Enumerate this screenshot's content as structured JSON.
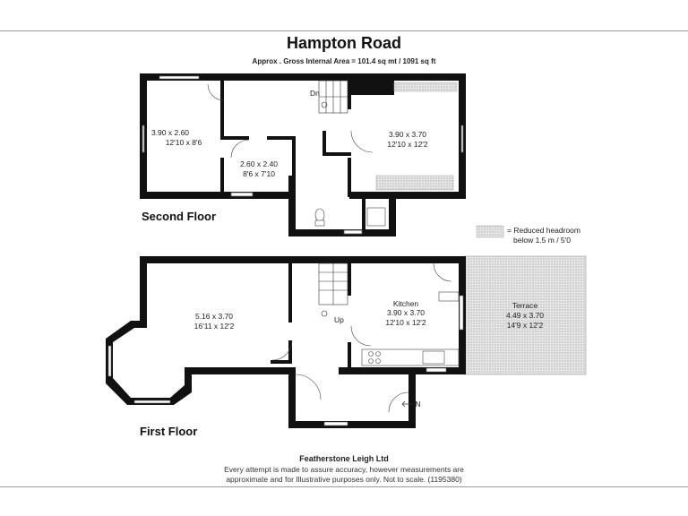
{
  "title": "Hampton Road",
  "subtitle": "Approx . Gross Internal Area = 101.4 sq mt / 1091 sq ft",
  "legend": {
    "text_line1": "= Reduced headroom",
    "text_line2": "below 1.5 m / 5'0"
  },
  "second_floor": {
    "label": "Second Floor",
    "stair_label": "Dn",
    "rooms": [
      {
        "metric": "3.90 x 2.60",
        "imperial": "12'10 x 8'6"
      },
      {
        "metric": "2.60 x 2.40",
        "imperial": "8'6 x 7'10"
      },
      {
        "metric": "3.90 x 3.70",
        "imperial": "12'10 x 12'2"
      }
    ]
  },
  "first_floor": {
    "label": "First Floor",
    "stair_label": "Up",
    "entrance_label": "IN",
    "rooms": [
      {
        "name": "",
        "metric": "5.16 x 3.70",
        "imperial": "16'11 x 12'2"
      },
      {
        "name": "Kitchen",
        "metric": "3.90 x 3.70",
        "imperial": "12'10 x 12'2"
      },
      {
        "name": "Terrace",
        "metric": "4.49 x 3.70",
        "imperial": "14'9 x 12'2"
      }
    ]
  },
  "footer": {
    "company": "Featherstone Leigh Ltd",
    "disclaimer_line1": "Every attempt is made to assure accuracy, however measurements are",
    "disclaimer_line2": "approximate and for Illustrative purposes only. Not to scale. (1195380)"
  },
  "colors": {
    "wall": "#111111",
    "terrace_fill": "#dcdcdc"
  }
}
